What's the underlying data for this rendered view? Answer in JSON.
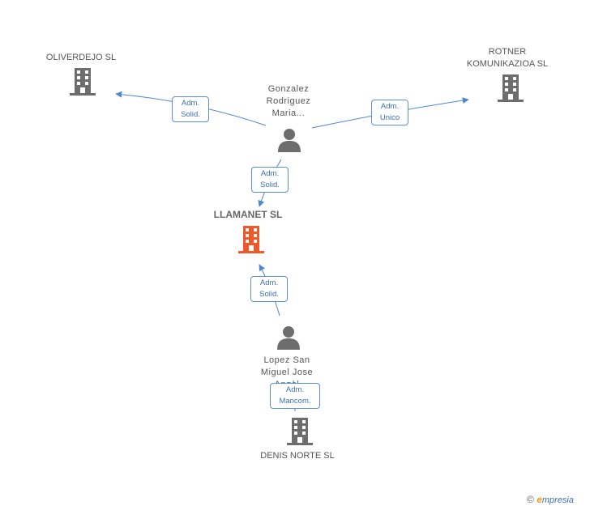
{
  "nodes": {
    "oliverdejo": {
      "label": "OLIVERDEJO  SL"
    },
    "rotner": {
      "label_line1": "ROTNER",
      "label_line2": "KOMUNIKAZIOA SL"
    },
    "gonzalez": {
      "line1": "Gonzalez",
      "line2": "Rodriguez",
      "line3": "Maria..."
    },
    "llamanet": {
      "label": "LLAMANET SL"
    },
    "lopez": {
      "line1": "Lopez San",
      "line2": "Miguel Jose",
      "line3": "Angel"
    },
    "denis": {
      "label": "DENIS NORTE SL"
    }
  },
  "edges": {
    "gonzalez_oliverdejo": {
      "line1": "Adm.",
      "line2": "Solid."
    },
    "gonzalez_rotner": {
      "line1": "Adm.",
      "line2": "Unico"
    },
    "gonzalez_llamanet": {
      "line1": "Adm.",
      "line2": "Solid."
    },
    "lopez_llamanet": {
      "line1": "Adm.",
      "line2": "Solid."
    },
    "lopez_denis": {
      "line1": "Adm.",
      "line2": "Mancom."
    }
  },
  "footer": {
    "copyright": "©",
    "brand_initial": "e",
    "brand_rest": "mpresia"
  },
  "colors": {
    "company": "#6d6d6d",
    "main_company": "#f0582a",
    "person": "#6d6d6d",
    "edge": "#4d87d1"
  }
}
